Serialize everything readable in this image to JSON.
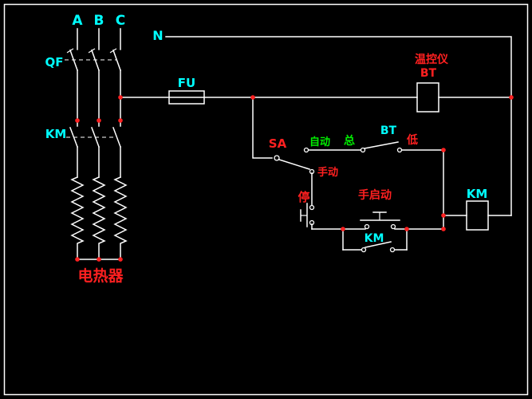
{
  "colors": {
    "background": "#000000",
    "wire": "#ffffff",
    "cyan": "#00ffff",
    "red": "#ff2020",
    "green": "#00ee00",
    "dot": "#ff2020"
  },
  "labels": {
    "phase_a": "A",
    "phase_b": "B",
    "phase_c": "C",
    "neutral": "N",
    "breaker": "QF",
    "main_contactor": "KM",
    "fuse": "FU",
    "temp_controller_name": "温控仪",
    "temp_controller_code": "BT",
    "selector": "SA",
    "auto_mode": "自动",
    "manual_mode": "手动",
    "bt_common": "总",
    "bt_contact": "BT",
    "bt_low": "低",
    "stop": "停",
    "manual_start": "手启动",
    "km_aux": "KM",
    "km_coil": "KM",
    "heater": "电热器"
  }
}
